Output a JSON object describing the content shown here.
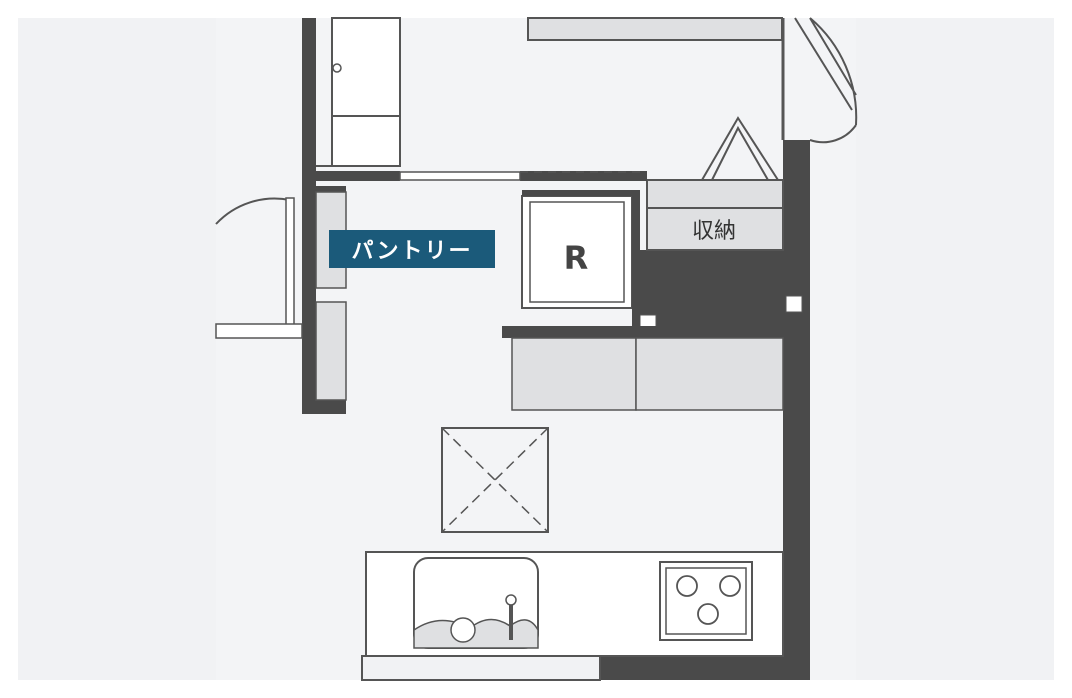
{
  "plan": {
    "pantry_label": "パントリー",
    "storage_label": "収納",
    "fridge_label": "R"
  },
  "colors": {
    "wall": "#4a4a4a",
    "floor": "#f1f2f4",
    "fixture_fill": "#dfe0e2",
    "fixture_stroke": "#555555",
    "pantry_badge": "#1b5a7a"
  },
  "icons": [
    "door-swing-icon",
    "sink-icon",
    "faucet-icon",
    "stove-burner-icon",
    "skylight-icon"
  ]
}
